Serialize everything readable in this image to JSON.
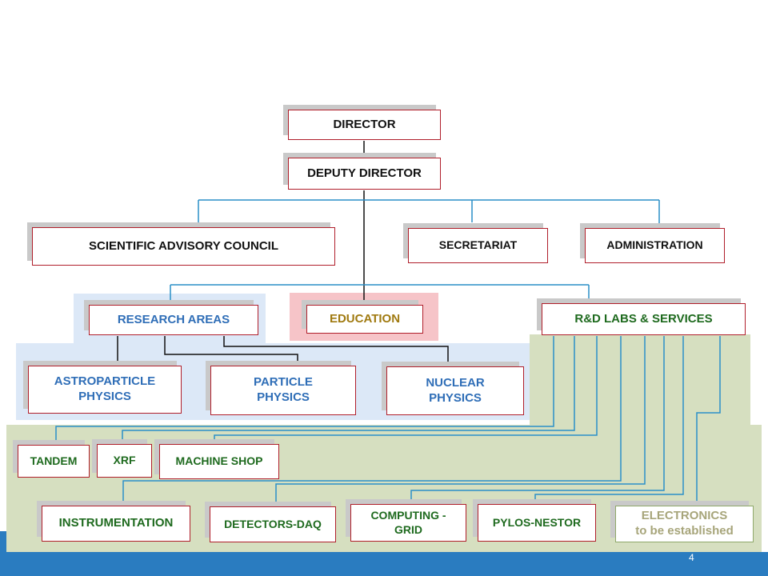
{
  "org_chart": {
    "director": "DIRECTOR",
    "deputy_director": "DEPUTY DIRECTOR",
    "scientific_advisory_council": "SCIENTIFIC ADVISORY COUNCIL",
    "secretariat": "SECRETARIAT",
    "administration": "ADMINISTRATION",
    "research_areas": "RESEARCH AREAS",
    "education": "EDUCATION",
    "rd_labs_services": "R&D LABS & SERVICES",
    "astroparticle_physics": [
      "ASTROPARTICLE",
      "PHYSICS"
    ],
    "particle_physics": [
      "PARTICLE",
      "PHYSICS"
    ],
    "nuclear_physics": [
      "NUCLEAR",
      "PHYSICS"
    ],
    "tandem": "TANDEM",
    "xrf": "XRF",
    "machine_shop": "MACHINE SHOP",
    "instrumentation": "INSTRUMENTATION",
    "detectors_daq": "DETECTORS-DAQ",
    "computing_grid": [
      "COMPUTING -",
      "GRID"
    ],
    "pylos_nestor": "PYLOS-NESTOR",
    "electronics": [
      "ELECTRONICS",
      "to be established"
    ]
  },
  "page_number": "4",
  "colors": {
    "box_border": "#b01e2a",
    "connector_blue": "#2a8fc7",
    "connector_black": "#111111",
    "research_bg": "#dce8f7",
    "education_bg": "#f6c4c8",
    "labs_bg": "#d6dfc0",
    "footer_band": "#2a7cc0",
    "text_blue": "#2f6eb7",
    "text_green": "#1e6a1e",
    "text_olive": "#a07a10"
  }
}
